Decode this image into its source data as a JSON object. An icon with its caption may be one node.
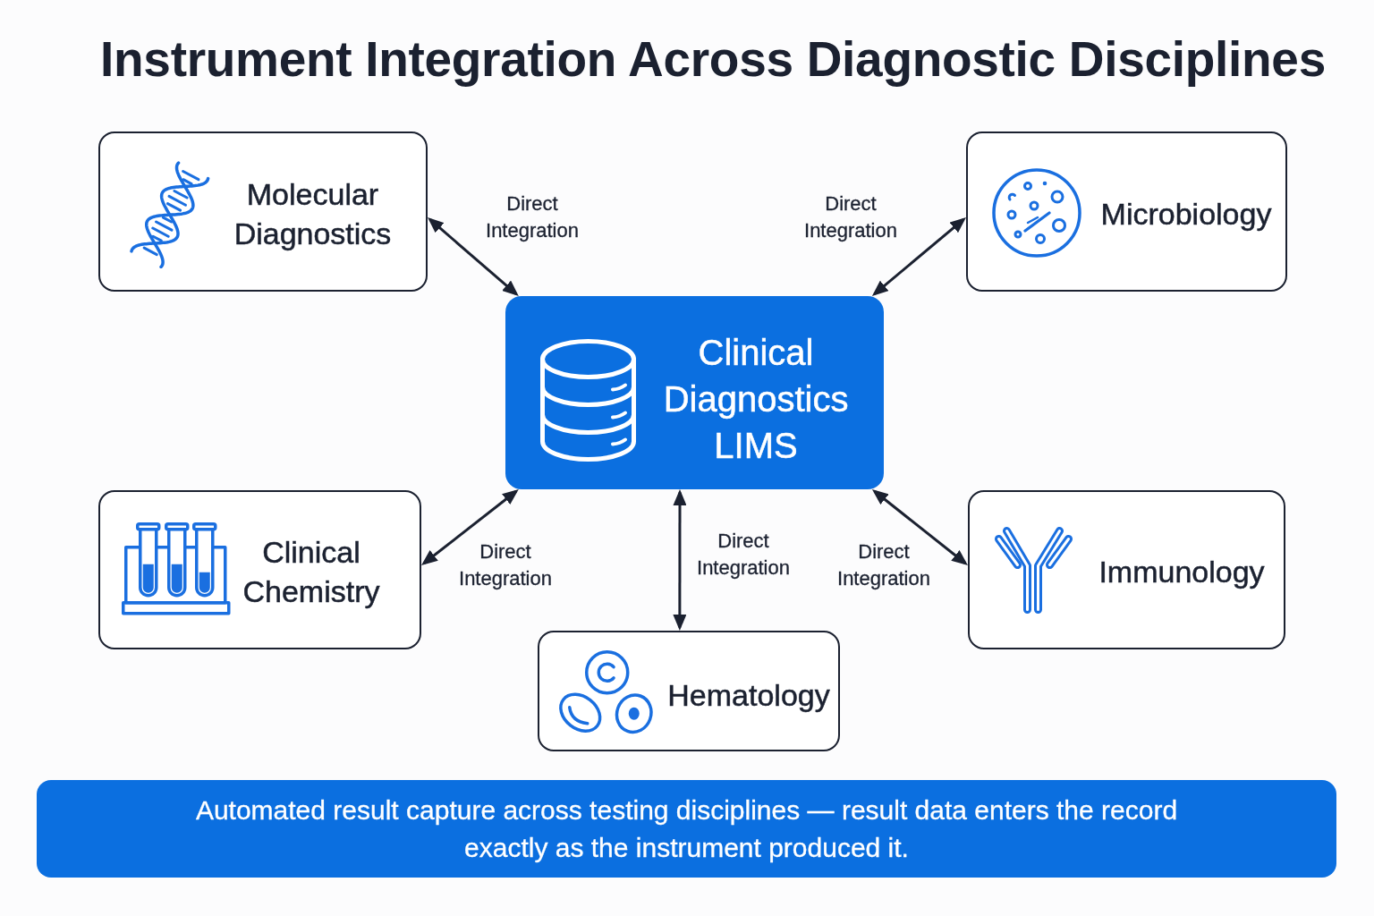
{
  "diagram": {
    "title": "Instrument Integration Across Diagnostic Disciplines",
    "nodes": [
      {
        "text": [
          "Molecular Diagnostics"
        ]
      },
      {
        "text": [
          "Microbiology"
        ]
      },
      {
        "text": [
          "Clinical Diagnostics LIMS"
        ]
      },
      {
        "text": [
          "Clinical Chemistry"
        ]
      },
      {
        "text": [
          "Immunology"
        ]
      },
      {
        "text": [
          "Hematology"
        ]
      }
    ],
    "edges": [
      {
        "from": 2,
        "to": 0,
        "arrow": "both",
        "label": "Direct Integration"
      },
      {
        "from": 2,
        "to": 1,
        "arrow": "both",
        "label": "Direct Integration"
      },
      {
        "from": 2,
        "to": 3,
        "arrow": "both",
        "label": "Direct Integration"
      },
      {
        "from": 2,
        "to": 5,
        "arrow": "both",
        "label": "Direct Integration"
      },
      {
        "from": 2,
        "to": 4,
        "arrow": "both",
        "label": "Direct Integration"
      }
    ],
    "caption": "Automated result capture across testing disciplines — result data enters the record exactly as the instrument produced it."
  }
}
